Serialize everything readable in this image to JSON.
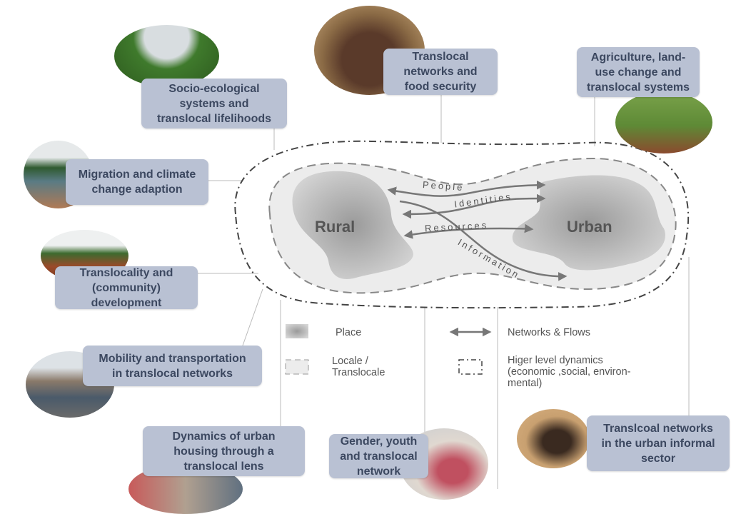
{
  "diagram": {
    "places": {
      "rural": "Rural",
      "urban": "Urban"
    },
    "flows": [
      "People",
      "Identities",
      "Resources",
      "Information"
    ]
  },
  "legend": {
    "place": "Place",
    "locale": "Locale /\nTranslocale",
    "networks": "Networks & Flows",
    "higher": "Higer level dynamics\n(economic ,social, environ-\nmental)"
  },
  "topics": [
    {
      "label": "Socio-ecological\nsystems and\ntranslocal lifelihoods",
      "photo": "forest-photo"
    },
    {
      "label": "Translocal\nnetworks and\nfood security",
      "photo": "household-photo"
    },
    {
      "label": "Agriculture, land-\nuse change and\ntranslocal systems",
      "photo": "maize-field-photo"
    },
    {
      "label": "Migration and climate\nchange adaption",
      "photo": "village-photo"
    },
    {
      "label": "Translocality and\n(community)\ndevelopment",
      "photo": "community-photo"
    },
    {
      "label": "Mobility and transportation\nin translocal networks",
      "photo": "bus-station-photo"
    },
    {
      "label": "Dynamics of urban\nhousing through a\ntranslocal lens",
      "photo": "urban-housing-photo"
    },
    {
      "label": "Gender, youth\nand translocal\nnetwork",
      "photo": "youth-photo"
    },
    {
      "label": "Translcoal networks\nin the urban informal\nsector",
      "photo": "street-vendor-photo"
    }
  ],
  "colors": {
    "box": "#b9c1d3",
    "box_text": "#3c4860",
    "arrow": "#777777"
  }
}
